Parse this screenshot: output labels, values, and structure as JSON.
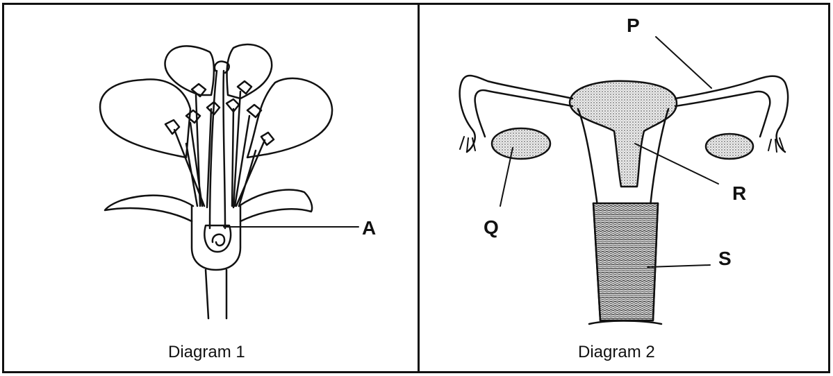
{
  "diagram1": {
    "caption": "Diagram 1",
    "labels": {
      "a": "A"
    }
  },
  "diagram2": {
    "caption": "Diagram 2",
    "labels": {
      "p": "P",
      "q": "Q",
      "r": "R",
      "s": "S"
    }
  },
  "colors": {
    "line": "#111111",
    "stipple": "#cfcfcf",
    "background": "#ffffff"
  }
}
